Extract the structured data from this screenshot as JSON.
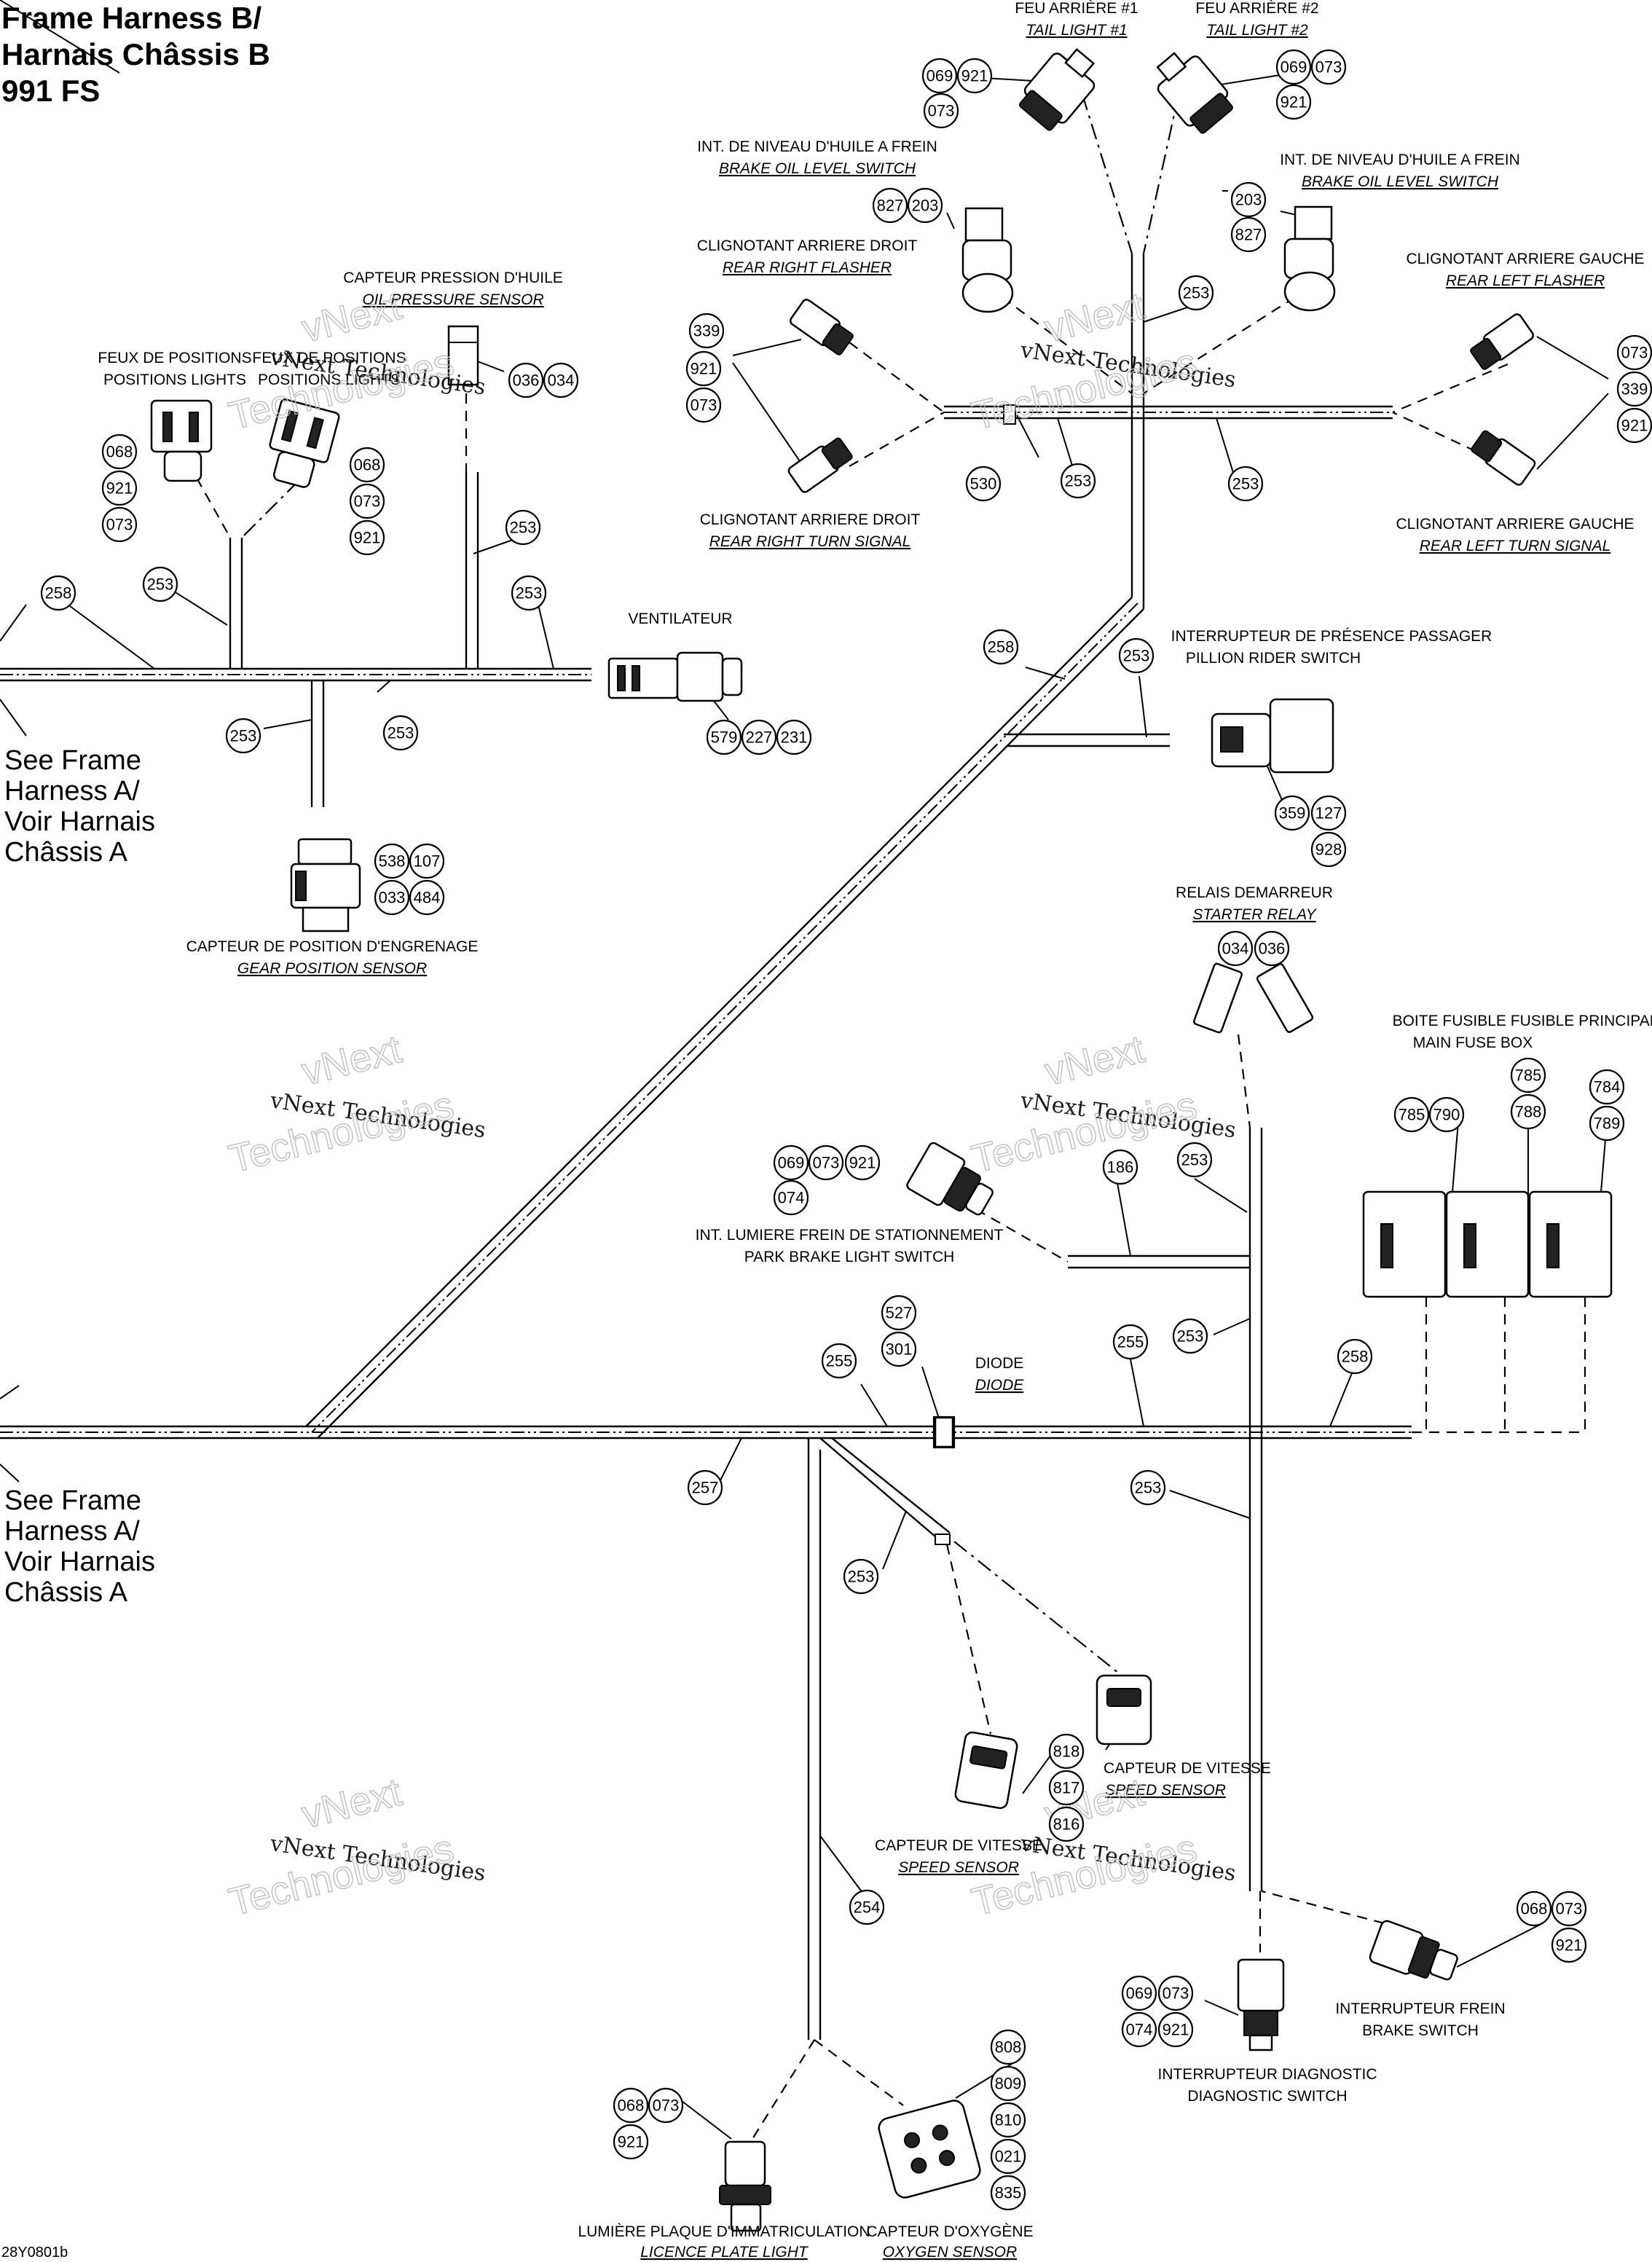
{
  "title": {
    "line1": "Frame Harness B/",
    "line2": "Harnais Châssis B",
    "line3": "991 FS"
  },
  "notes": {
    "see_a_1": [
      "See Frame",
      "Harness A/",
      "Voir Harnais",
      "Châssis A"
    ],
    "see_a_2": [
      "See Frame",
      "Harness A/",
      "Voir Harnais",
      "Châssis A"
    ]
  },
  "figure_code": "28Y0801b",
  "watermark": {
    "line1": "vNext Technologies",
    "line2": "vNext",
    "line3": "Technologies"
  },
  "components": {
    "tail1": {
      "fr": "FEU ARRIÈRE #1",
      "en": "TAIL LIGHT #1"
    },
    "tail2": {
      "fr": "FEU ARRIÈRE #2",
      "en": "TAIL LIGHT #2"
    },
    "brake_oil_l": {
      "fr": "INT. DE NIVEAU D'HUILE A FREIN",
      "en": "BRAKE OIL LEVEL SWITCH"
    },
    "brake_oil_r": {
      "fr": "INT. DE NIVEAU D'HUILE A FREIN",
      "en": "BRAKE OIL LEVEL SWITCH"
    },
    "rr_flasher": {
      "fr": "CLIGNOTANT ARRIERE DROIT",
      "en": "REAR RIGHT FLASHER"
    },
    "rl_flasher": {
      "fr": "CLIGNOTANT ARRIERE GAUCHE",
      "en": "REAR LEFT FLASHER"
    },
    "rr_turn": {
      "fr": "CLIGNOTANT ARRIERE DROIT",
      "en": "REAR RIGHT TURN SIGNAL"
    },
    "rl_turn": {
      "fr": "CLIGNOTANT ARRIERE GAUCHE",
      "en": "REAR LEFT TURN SIGNAL"
    },
    "oil_pressure": {
      "fr": "CAPTEUR PRESSION D'HUILE",
      "en": "OIL PRESSURE SENSOR"
    },
    "pos_lights_1": {
      "fr": "FEUX DE POSITIONS",
      "en": "POSITIONS LIGHTS"
    },
    "pos_lights_2": {
      "fr": "FEUX DE POSITIONS",
      "en": "POSITIONS LIGHTS"
    },
    "fan": {
      "fr": "VENTILATEUR"
    },
    "gear_pos": {
      "fr": "CAPTEUR DE POSITION D'ENGRENAGE",
      "en": "GEAR POSITION SENSOR"
    },
    "pillion": {
      "fr": "INTERRUPTEUR DE PRÉSENCE PASSAGER",
      "en": "PILLION RIDER SWITCH"
    },
    "starter_relay": {
      "fr": "RELAIS DEMARREUR",
      "en": "STARTER RELAY"
    },
    "fuse_box": {
      "fr": "BOITE FUSIBLE FUSIBLE PRINCIPAL",
      "en": "MAIN FUSE BOX"
    },
    "park_brake": {
      "fr": "INT. LUMIERE FREIN DE STATIONNEMENT",
      "en": "PARK BRAKE LIGHT SWITCH"
    },
    "diode": {
      "fr": "DIODE",
      "en": "DIODE"
    },
    "speed_1": {
      "fr": "CAPTEUR DE VITESSE",
      "en": "SPEED SENSOR"
    },
    "speed_2": {
      "fr": "CAPTEUR DE VITESSE",
      "en": "SPEED SENSOR"
    },
    "brake_switch": {
      "fr": "INTERRUPTEUR FREIN",
      "en": "BRAKE SWITCH"
    },
    "diag": {
      "fr": "INTERRUPTEUR DIAGNOSTIC",
      "en": "DIAGNOSTIC SWITCH"
    },
    "licence": {
      "fr": "LUMIÈRE PLAQUE D'IMMATRICULATION",
      "en": "LICENCE PLATE LIGHT"
    },
    "oxygen": {
      "fr": "CAPTEUR D'OXYGÈNE",
      "en": "OXYGEN SENSOR"
    }
  },
  "bubbles": {
    "b1": "069",
    "b2": "921",
    "b3": "073",
    "b4": "069",
    "b5": "073",
    "b6": "921",
    "b7": "827",
    "b8": "203",
    "b9": "203",
    "b10": "827",
    "b11": "253",
    "b12": "339",
    "b13": "921",
    "b14": "073",
    "b15": "073",
    "b16": "339",
    "b17": "921",
    "b18": "530",
    "b19": "253",
    "b20": "253",
    "b21": "036",
    "b22": "034",
    "b23": "068",
    "b24": "921",
    "b25": "073",
    "b26": "068",
    "b27": "073",
    "b28": "921",
    "b29": "258",
    "b30": "253",
    "b31": "253",
    "b32": "253",
    "b33": "253",
    "b34": "253",
    "b35": "579",
    "b36": "227",
    "b37": "231",
    "b38": "538",
    "b39": "107",
    "b40": "033",
    "b41": "484",
    "b42": "258",
    "b43": "253",
    "b44": "359",
    "b45": "127",
    "b46": "928",
    "b47": "034",
    "b48": "036",
    "b49": "785",
    "b50": "790",
    "b51": "785",
    "b52": "788",
    "b53": "784",
    "b54": "789",
    "b55": "069",
    "b56": "073",
    "b57": "921",
    "b58": "074",
    "b59": "186",
    "b60": "253",
    "b61": "527",
    "b62": "301",
    "b63": "255",
    "b64": "255",
    "b65": "253",
    "b66": "258",
    "b67": "257",
    "b68": "253",
    "b69": "253",
    "b70": "818",
    "b71": "817",
    "b72": "816",
    "b73": "254",
    "b74": "068",
    "b75": "073",
    "b76": "921",
    "b77": "069",
    "b78": "073",
    "b79": "074",
    "b80": "921",
    "b81": "808",
    "b82": "809",
    "b83": "810",
    "b84": "021",
    "b85": "835",
    "b86": "068",
    "b87": "073",
    "b88": "921"
  }
}
